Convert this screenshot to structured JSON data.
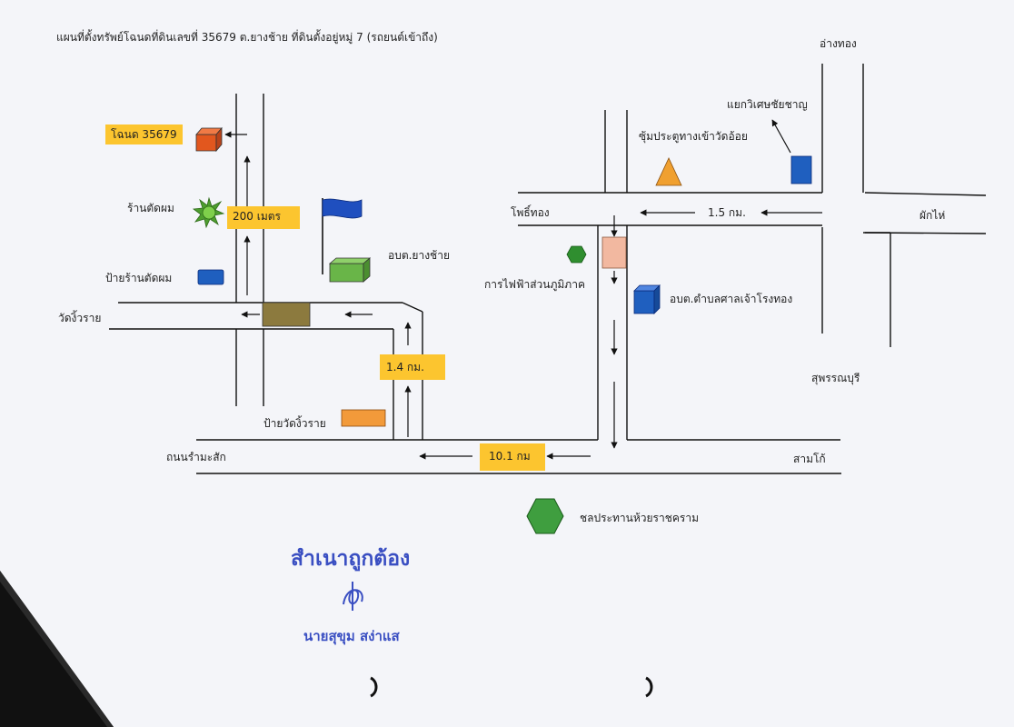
{
  "title": "แผนที่ตั้งทรัพย์โฉนดที่ดินเลขที่ 35679  ต.ยางช้าย  ที่ดินตั้งอยู่หมู่ 7  (รถยนต์เข้าถึง)",
  "places": {
    "ang_thong": "อ่างทอง",
    "suphanburi": "สุพรรณบุรี",
    "pho_thong": "โพธิ์ทอง",
    "phak_hai": "ผักไห่",
    "sam_ko": "สามโก้",
    "wat_ngio_rai": "วัดงิ้วราย",
    "road_ram_ma_sak": "ถนนรำมะสัก"
  },
  "landmarks": {
    "plot": "โฉนด 35679",
    "barber": "ร้านตัดผม",
    "barber_sign": "ป้ายร้านตัดผม",
    "obt_yang_chai": "อบต.ยางช้าย",
    "wat_ngio_rai_sign": "ป้ายวัดงิ้วราย",
    "electricity": "การไฟฟ้าส่วนภูมิภาค",
    "obt_san_chao": "อบต.ตำบลศาลเจ้าโรงทอง",
    "temple_gate": "ซุ้มประตูทางเข้าวัดอ้อย",
    "junction": "แยกวิเศษชัยชาญ",
    "irrigation": "ชลประทานห้วยราชคราม"
  },
  "distances": {
    "d200": "200 เมตร",
    "d1_5": "1.5  กม.",
    "d1_4": "1.4 กม.",
    "d10_1": "10.1 กม"
  },
  "stamp": {
    "certified": "สำเนาถูกต้อง",
    "name": "นายสุขุม  สง่าแส"
  },
  "colors": {
    "highlight": "#fcc52f",
    "plot_box": "#e2571e",
    "green_box": "#69b548",
    "blue_box": "#1f5fbf",
    "orange_sign": "#f29a3a",
    "olive_box": "#8c7a3e",
    "pink_box": "#f2b8a0",
    "triangle": "#f0a030",
    "hexagon": "#3f9e3f",
    "stamp_ink": "#3a4fc2"
  },
  "icons": {
    "plot": "orange-box-icon",
    "barber": "green-star-icon",
    "flag": "blue-flag-icon",
    "temple": "orange-triangle-icon",
    "utility": "green-hexagon-icon"
  }
}
